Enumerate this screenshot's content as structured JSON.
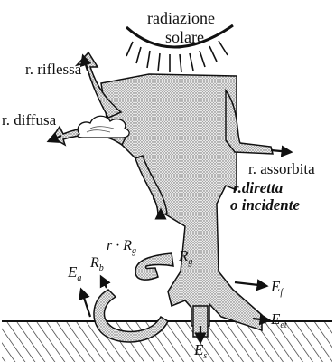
{
  "labels": {
    "radiazione": "radiazione",
    "solare": "solare",
    "riflessa": "r. riflessa",
    "diffusa": "r. diffusa",
    "assorbita": "r. assorbita",
    "diretta": "r.diretta",
    "incidente": "o incidente",
    "r_rg": "r · R",
    "r_rg_sub": "g",
    "rg": "R",
    "rg_sub": "g",
    "rb": "R",
    "rb_sub": "b",
    "ea": "E",
    "ea_sub": "a",
    "ef": "E",
    "ef_sub": "f",
    "eet": "E",
    "eet_sub": "et",
    "es": "E",
    "es_sub": "s"
  }
}
